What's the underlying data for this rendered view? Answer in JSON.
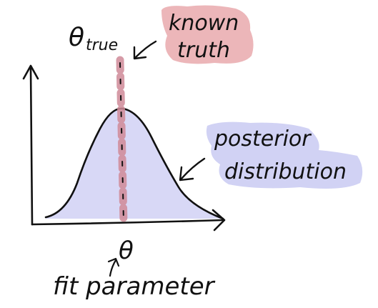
{
  "labels": {
    "theta_true_symbol": "θ",
    "theta_true_subscript": "true",
    "known_truth_line1": "known",
    "known_truth_line2": "truth",
    "posterior_line1": "posterior",
    "posterior_line2": "distribution",
    "theta_axis": "θ",
    "fit_parameter": "fit parameter"
  },
  "colors": {
    "ink": "#111111",
    "truth_highlight": "#e9a9ad",
    "posterior_fill": "#d8d8f6",
    "posterior_highlight": "#cfd0f3",
    "truth_marker": "#d08a98"
  }
}
